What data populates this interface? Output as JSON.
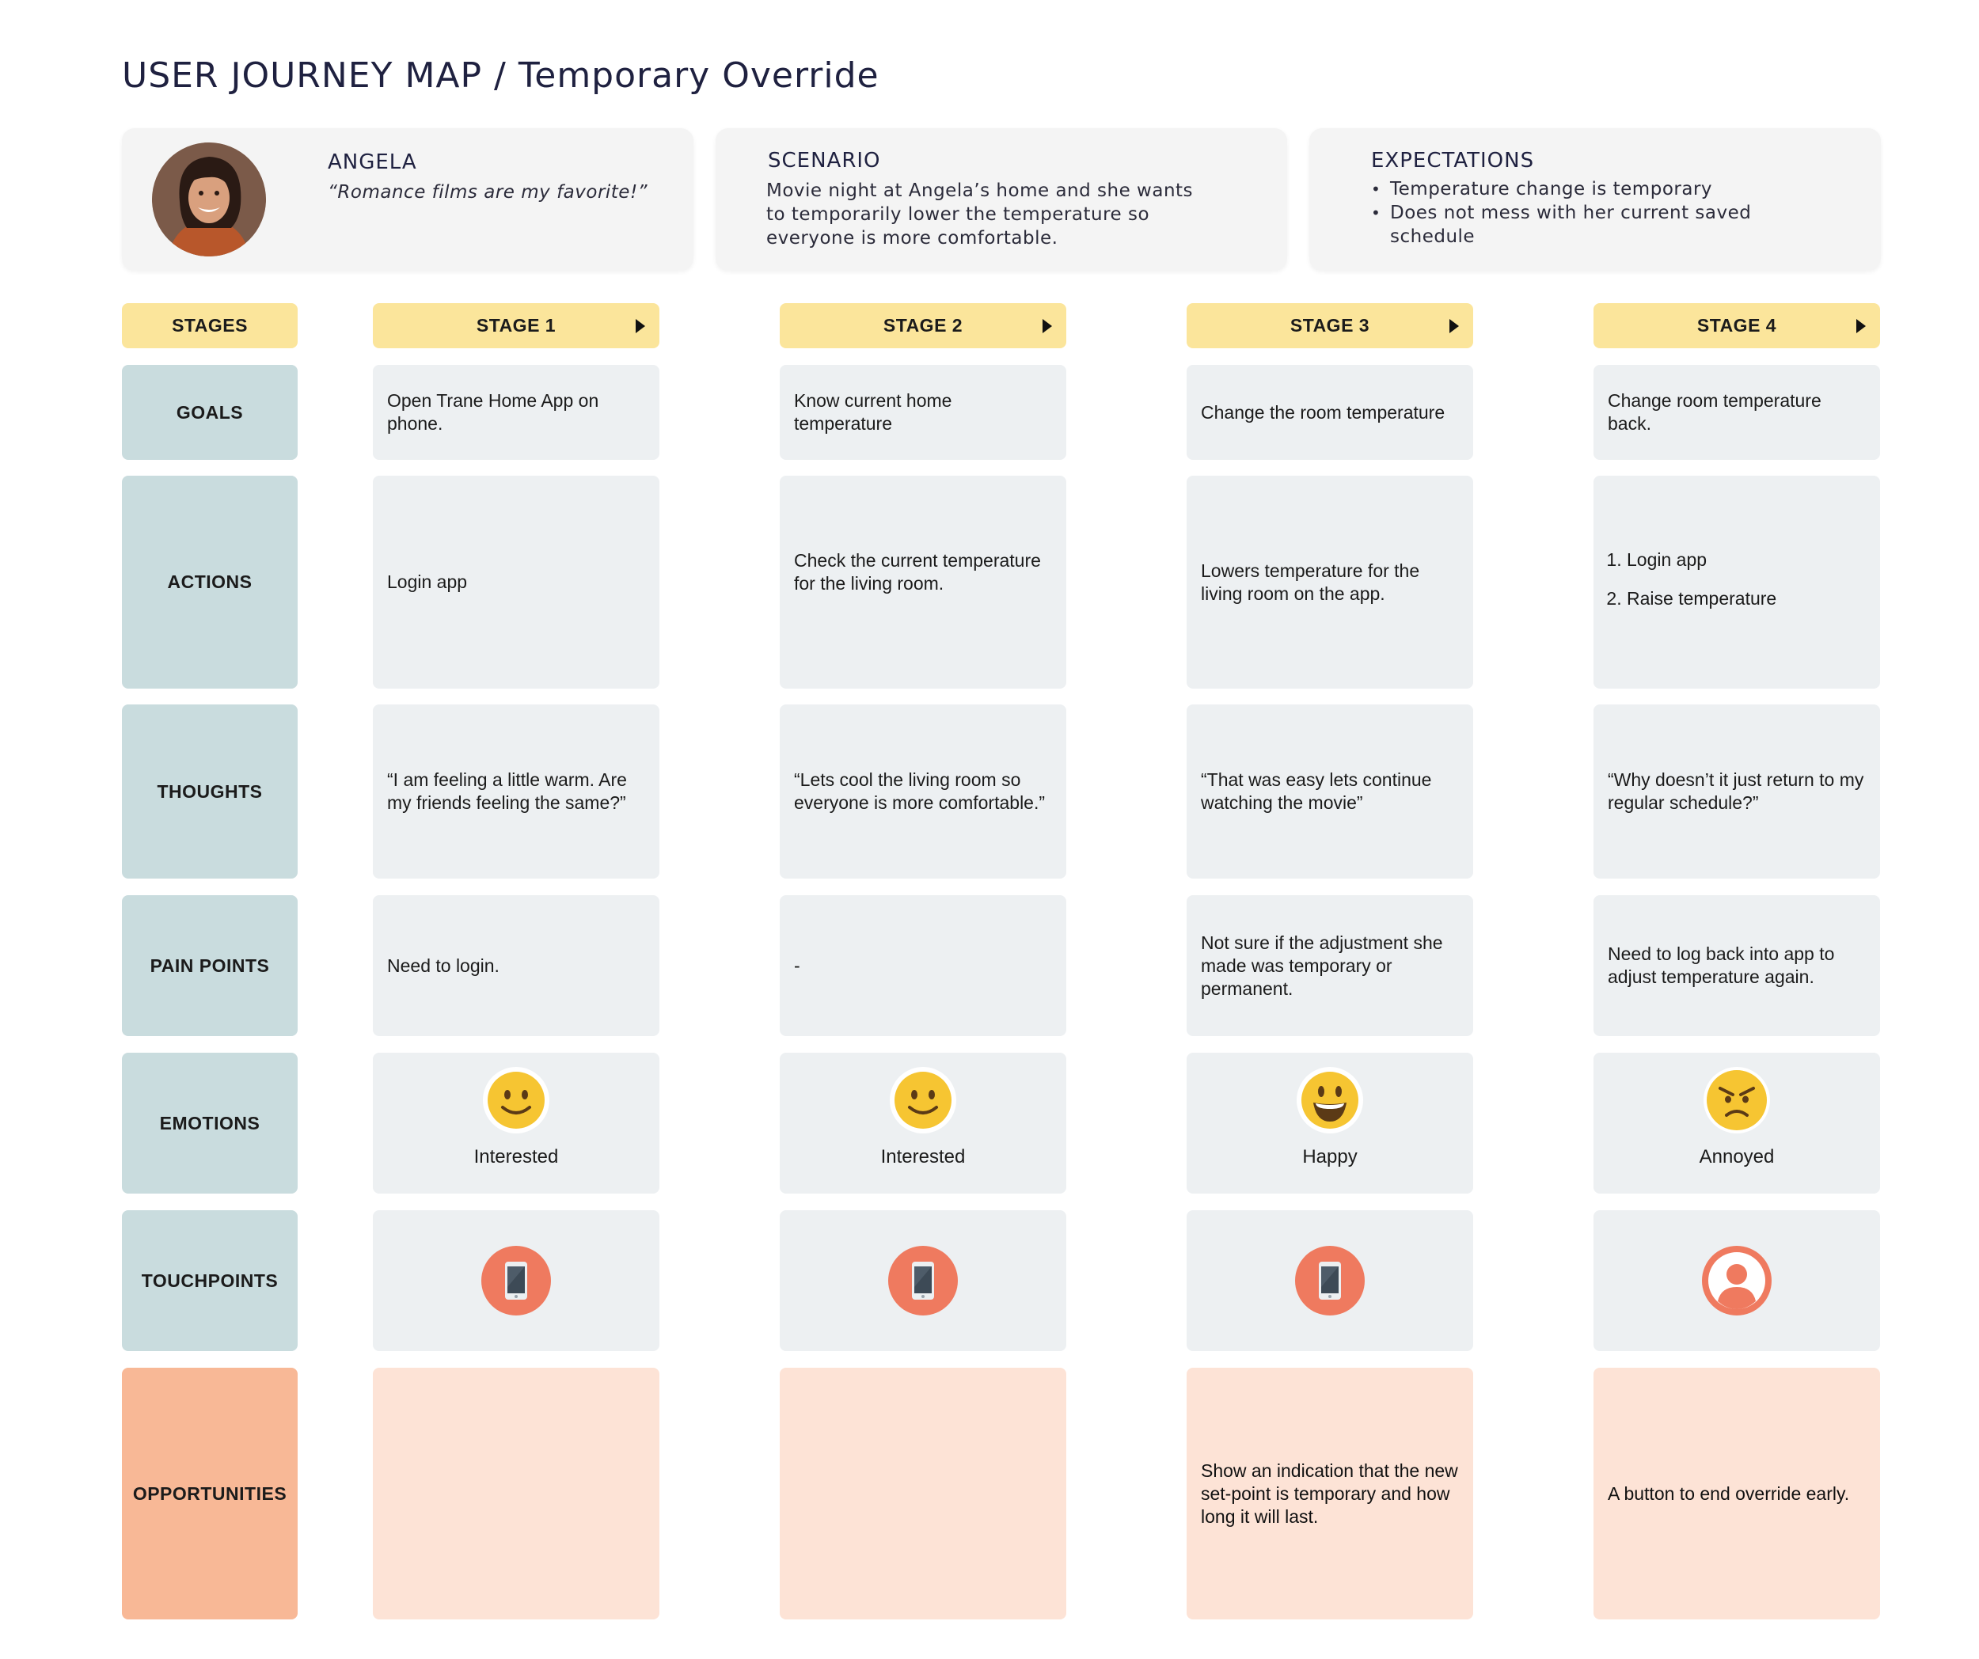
{
  "title": "USER JOURNEY MAP / Temporary Override",
  "persona": {
    "name": "ANGELA",
    "quote": "“Romance films are my favorite!”"
  },
  "scenario": {
    "heading": "SCENARIO",
    "lines": [
      "Movie night at Angela’s home and she wants",
      "to temporarily lower the temperature so",
      "everyone is more comfortable."
    ]
  },
  "expectations": {
    "heading": "EXPECTATIONS",
    "items": [
      "Temperature change is temporary",
      "Does not mess with her current saved schedule"
    ]
  },
  "row_labels": {
    "stages": "STAGES",
    "goals": "GOALS",
    "actions": "ACTIONS",
    "thoughts": "THOUGHTS",
    "pain_points": "PAIN POINTS",
    "emotions": "EMOTIONS",
    "touchpoints": "TOUCHPOINTS",
    "opportunities": "OPPORTUNITIES"
  },
  "stages": [
    {
      "name": "STAGE 1",
      "goal": "Open Trane Home App on phone.",
      "actions": [
        "Login app"
      ],
      "thought": "“I am feeling a little warm. Are my friends feeling the same?”",
      "pain_point": "Need to login.",
      "emotion": {
        "label": "Interested",
        "icon": "smiling-face-icon"
      },
      "touchpoint_icon": "mobile-phone-icon",
      "opportunity": ""
    },
    {
      "name": "STAGE 2",
      "goal": "Know current home temperature",
      "actions": [
        "Check the current temperature for the living room."
      ],
      "thought": "“Lets cool the living room so everyone is more comfortable.”",
      "pain_point": "-",
      "emotion": {
        "label": "Interested",
        "icon": "smiling-face-icon"
      },
      "touchpoint_icon": "mobile-phone-icon",
      "opportunity": ""
    },
    {
      "name": "STAGE 3",
      "goal": "Change the room temperature",
      "actions": [
        "Lowers temperature for the living room on the app."
      ],
      "thought": "“That was easy lets continue watching the movie”",
      "pain_point": "Not sure if the adjustment she made was temporary or permanent.",
      "emotion": {
        "label": "Happy",
        "icon": "grinning-face-icon"
      },
      "touchpoint_icon": "mobile-phone-icon",
      "opportunity": "Show an indication that the new set-point is temporary and how long it will last."
    },
    {
      "name": "STAGE 4",
      "goal": "Change room temperature back.",
      "actions": [
        "Login app",
        "Raise temperature"
      ],
      "thought": "“Why doesn’t it just return to my regular schedule?”",
      "pain_point": "Need to log back into app to adjust temperature again.",
      "emotion": {
        "label": "Annoyed",
        "icon": "angry-face-icon"
      },
      "touchpoint_icon": "user-person-icon",
      "opportunity": "A button to end override early."
    }
  ],
  "colors": {
    "title": "#1f2140",
    "stage_header": "#fbe59b",
    "row_label": "#c9dcde",
    "cell": "#edf0f2",
    "opportunity_label": "#f8b896",
    "opportunity_cell": "#fde3d6",
    "touchpoint_icon": "#ef7a5f",
    "emoji_yellow": "#f6c532"
  }
}
